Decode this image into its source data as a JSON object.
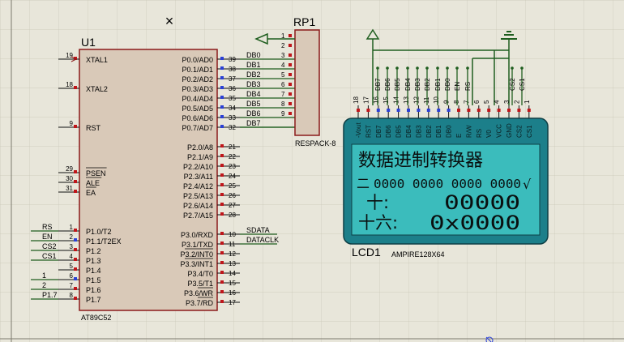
{
  "close_glyph": "×",
  "u1": {
    "ref": "U1",
    "part": "AT89C52",
    "left_pins": [
      {
        "num": "19",
        "name": "XTAL1"
      },
      {
        "num": "18",
        "name": "XTAL2"
      },
      {
        "num": "9",
        "name": "RST"
      },
      {
        "num": "29",
        "name": "PSEN"
      },
      {
        "num": "30",
        "name": "ALE"
      },
      {
        "num": "31",
        "name": "EA"
      },
      {
        "num": "1",
        "name": "P1.0/T2"
      },
      {
        "num": "2",
        "name": "P1.1/T2EX"
      },
      {
        "num": "3",
        "name": "P1.2"
      },
      {
        "num": "4",
        "name": "P1.3"
      },
      {
        "num": "5",
        "name": "P1.4"
      },
      {
        "num": "6",
        "name": "P1.5"
      },
      {
        "num": "7",
        "name": "P1.6"
      },
      {
        "num": "8",
        "name": "P1.7"
      }
    ],
    "right_pins": [
      {
        "num": "39",
        "name": "P0.0/AD0"
      },
      {
        "num": "38",
        "name": "P0.1/AD1"
      },
      {
        "num": "37",
        "name": "P0.2/AD2"
      },
      {
        "num": "36",
        "name": "P0.3/AD3"
      },
      {
        "num": "35",
        "name": "P0.4/AD4"
      },
      {
        "num": "34",
        "name": "P0.5/AD5"
      },
      {
        "num": "33",
        "name": "P0.6/AD6"
      },
      {
        "num": "32",
        "name": "P0.7/AD7"
      },
      {
        "num": "21",
        "name": "P2.0/A8"
      },
      {
        "num": "22",
        "name": "P2.1/A9"
      },
      {
        "num": "23",
        "name": "P2.2/A10"
      },
      {
        "num": "24",
        "name": "P2.3/A11"
      },
      {
        "num": "25",
        "name": "P2.4/A12"
      },
      {
        "num": "26",
        "name": "P2.5/A13"
      },
      {
        "num": "27",
        "name": "P2.6/A14"
      },
      {
        "num": "28",
        "name": "P2.7/A15"
      },
      {
        "num": "10",
        "name": "P3.0/RXD"
      },
      {
        "num": "11",
        "name": "P3.1/TXD"
      },
      {
        "num": "12",
        "name": "P3.2/INT0"
      },
      {
        "num": "13",
        "name": "P3.3/INT1"
      },
      {
        "num": "14",
        "name": "P3.4/T0"
      },
      {
        "num": "15",
        "name": "P3.5/T1"
      },
      {
        "num": "16",
        "name": "P3.6/WR"
      },
      {
        "num": "17",
        "name": "P3.7/RD"
      }
    ],
    "p0_nets": [
      "DB0",
      "DB1",
      "DB2",
      "DB3",
      "DB4",
      "DB5",
      "DB6",
      "DB7"
    ],
    "p1_nets": [
      "RS",
      "EN",
      "CS2",
      "CS1",
      "",
      "1",
      "2",
      "P1.7"
    ],
    "p3_nets": [
      "SDATA",
      "DATACLK"
    ]
  },
  "rp1": {
    "ref": "RP1",
    "part": "RESPACK-8",
    "pins": [
      "1",
      "2",
      "3",
      "4",
      "5",
      "6",
      "7",
      "8",
      "9"
    ]
  },
  "lcd": {
    "ref": "LCD1",
    "part": "AMPIRE128X64",
    "pin_nums": [
      "18",
      "17",
      "16",
      "15",
      "14",
      "13",
      "12",
      "11",
      "10",
      "9",
      "8",
      "7",
      "6",
      "5",
      "4",
      "3",
      "2",
      "1"
    ],
    "pin_names": [
      "-Vout",
      "RST",
      "DB7",
      "DB6",
      "DB5",
      "DB4",
      "DB3",
      "DB2",
      "DB1",
      "DB0",
      "E",
      "R/W",
      "RS",
      "V0",
      "VCC",
      "GND",
      "CS2",
      "CS1"
    ],
    "net_labels": [
      "DB7",
      "DB6",
      "DB5",
      "DB4",
      "DB3",
      "DB2",
      "DB1",
      "DB0",
      "EN",
      "RS",
      "CS2",
      "CS1"
    ],
    "screen": {
      "line1": "数据进制转换器",
      "line2_prefix": "二",
      "line2_value": "0000 0000 0000 0000",
      "line2_suffix": "√",
      "line3_label": "十:",
      "line3_value": "00000",
      "line4_label": "十六:",
      "line4_value": "0x0000"
    },
    "screen_color": "#3bbcbc",
    "body_color": "#1c7f8a"
  },
  "colors": {
    "wire": "#1f5e1f",
    "chip_fill": "#d9c9b8",
    "chip_border": "#8b1a1a",
    "pin_red": "#c0151a",
    "pin_blue": "#2a3fd6"
  }
}
